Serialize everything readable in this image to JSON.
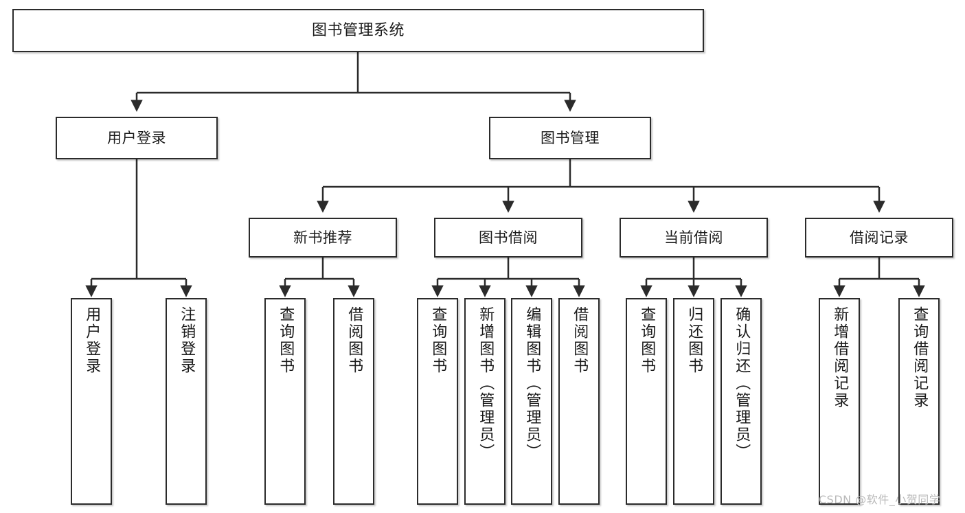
{
  "diagram": {
    "title": "图书管理系统",
    "type": "tree-hierarchy-diagram",
    "root": {
      "id": "root",
      "label": "图书管理系统"
    },
    "level2": [
      {
        "id": "user-login",
        "label": "用户登录"
      },
      {
        "id": "book-manage",
        "label": "图书管理"
      }
    ],
    "level3": [
      {
        "id": "new-book-recommend",
        "label": "新书推荐"
      },
      {
        "id": "book-borrow",
        "label": "图书借阅"
      },
      {
        "id": "current-borrow",
        "label": "当前借阅"
      },
      {
        "id": "borrow-record",
        "label": "借阅记录"
      }
    ],
    "leaves": {
      "user_login": [
        {
          "id": "leaf-user-login",
          "label": "用户登录"
        },
        {
          "id": "leaf-logout-login",
          "label": "注销登录"
        }
      ],
      "new_book_recommend": [
        {
          "id": "leaf-query-book-1",
          "label": "查询图书"
        },
        {
          "id": "leaf-borrow-book-1",
          "label": "借阅图书"
        }
      ],
      "book_borrow": [
        {
          "id": "leaf-query-book-2",
          "label": "查询图书"
        },
        {
          "id": "leaf-add-book",
          "label": "新增图书（管理员）"
        },
        {
          "id": "leaf-edit-book",
          "label": "编辑图书（管理员）"
        },
        {
          "id": "leaf-borrow-book-2",
          "label": "借阅图书"
        }
      ],
      "current_borrow": [
        {
          "id": "leaf-query-book-3",
          "label": "查询图书"
        },
        {
          "id": "leaf-return-book",
          "label": "归还图书"
        },
        {
          "id": "leaf-confirm-return",
          "label": "确认归还（管理员）"
        }
      ],
      "borrow_record": [
        {
          "id": "leaf-add-record",
          "label": "新增借阅记录"
        },
        {
          "id": "leaf-query-record",
          "label": "查询借阅记录"
        }
      ]
    }
  },
  "watermark": {
    "text": "CSDN @软件_小贺同学"
  },
  "colors": {
    "background": "#ffffff",
    "border": "#2b2b2b",
    "text": "#1a1a1a",
    "edge": "#2b2b2b",
    "watermark": "#b9b9b9"
  }
}
